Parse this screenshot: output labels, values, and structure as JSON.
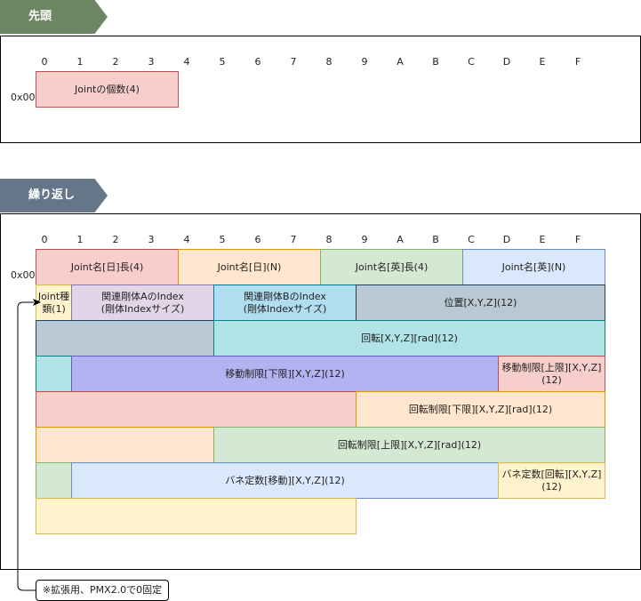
{
  "sections": {
    "header": {
      "label": "先頭"
    },
    "repeat": {
      "label": "繰り返し"
    }
  },
  "columns": [
    "0",
    "1",
    "2",
    "3",
    "4",
    "5",
    "6",
    "7",
    "8",
    "9",
    "A",
    "B",
    "C",
    "D",
    "E",
    "F"
  ],
  "row_label": "0x00",
  "header_fields": {
    "joint_count": "Jointの個数(4)"
  },
  "repeat_fields": {
    "name_jp_len": "Joint名[日]長(4)",
    "name_jp": "Joint名[日](N)",
    "name_en_len": "Joint名[英]長(4)",
    "name_en": "Joint名[英](N)",
    "joint_type": "Joint種\n類(1)",
    "rigid_a": "関連剛体AのIndex\n(剛体Indexサイズ)",
    "rigid_b": "関連剛体BのIndex\n(剛体Indexサイズ)",
    "position": "位置[X,Y,Z](12)",
    "rotation": "回転[X,Y,Z][rad](12)",
    "move_lower": "移動制限[下限][X,Y,Z](12)",
    "move_upper": "移動制限[上限][X,Y,Z]\n(12)",
    "rot_lower": "回転制限[下限][X,Y,Z][rad](12)",
    "rot_upper": "回転制限[上限][X,Y,Z][rad](12)",
    "spring_move": "バネ定数[移動][X,Y,Z](12)",
    "spring_rot": "バネ定数[回転][X,Y,Z]\n(12)"
  },
  "note": "※拡張用、PMX2.0で0固定",
  "colors": {
    "header_tag": "#6d8764",
    "repeat_tag": "#647687"
  }
}
